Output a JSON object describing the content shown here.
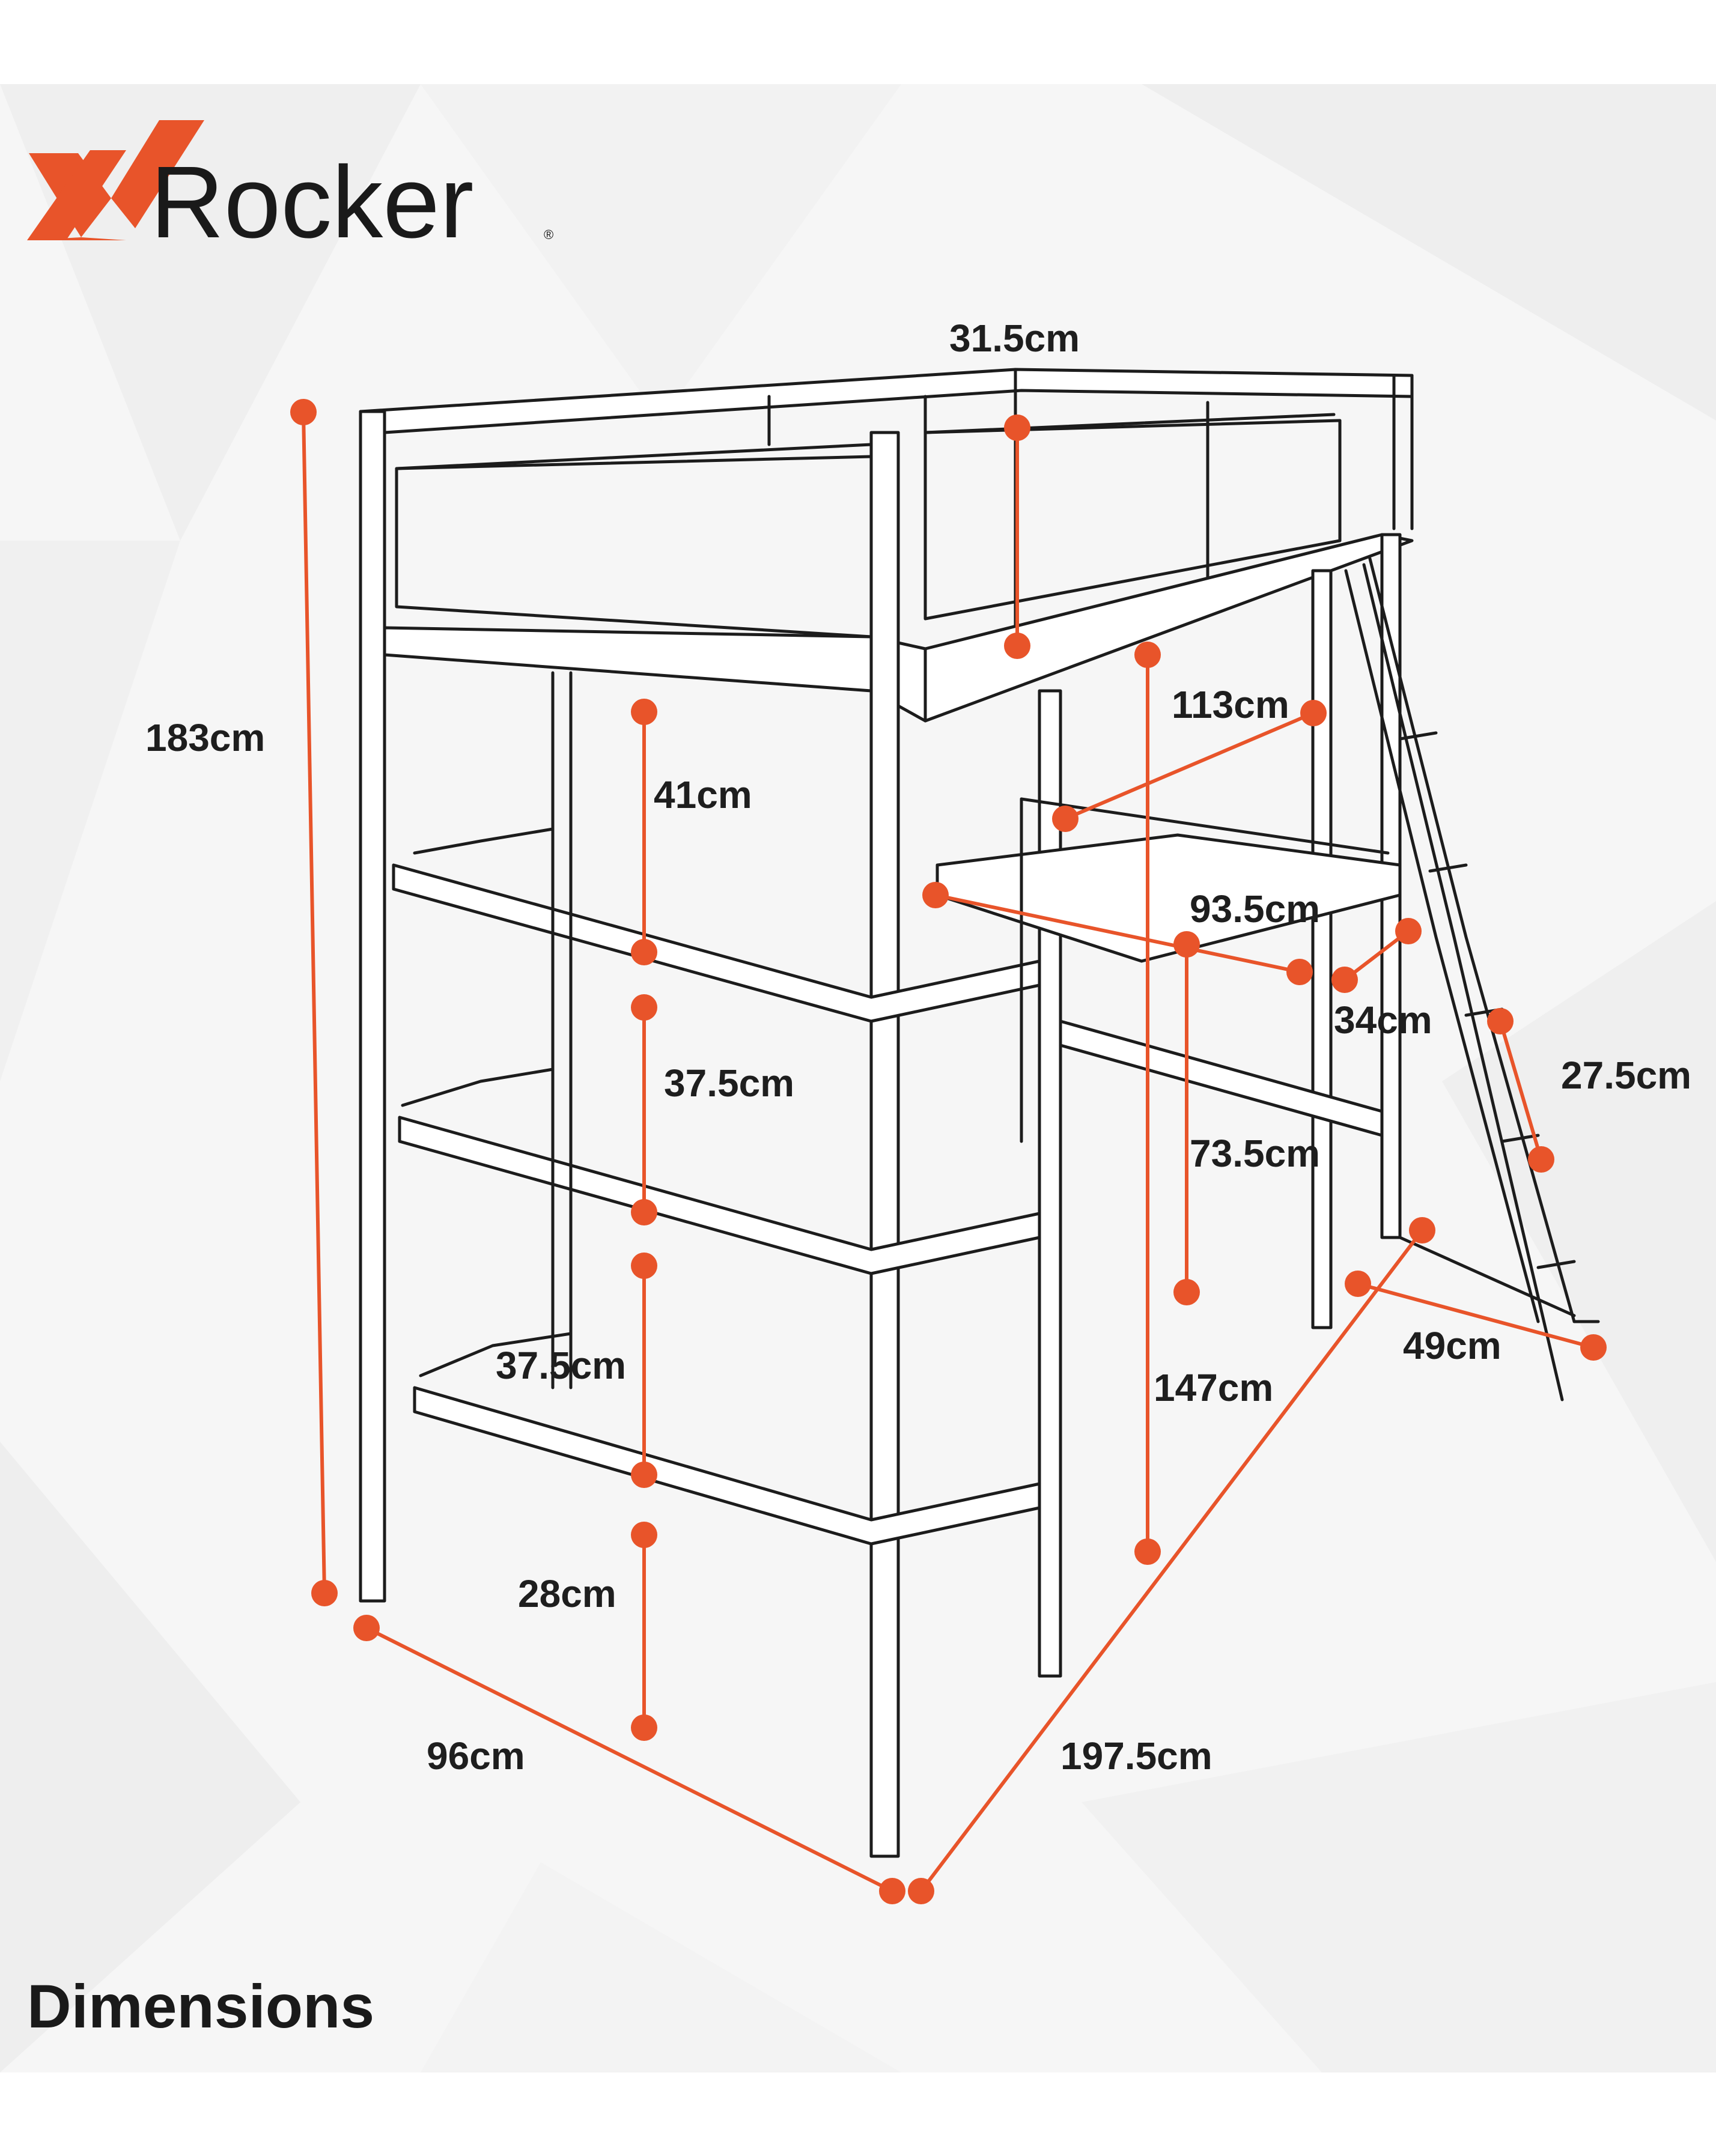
{
  "brand": {
    "name": "Rocker",
    "mark": "X",
    "registered": "®",
    "accent_color": "#e8542a",
    "text_color": "#1a1a1a"
  },
  "caption": "Dimensions",
  "dimensions": {
    "top_rail_height": "31.5cm",
    "overall_height": "183cm",
    "under_bed_gap": "41cm",
    "shelf_gap_upper": "37.5cm",
    "shelf_gap_lower": "37.5cm",
    "bottom_shelf_height": "28cm",
    "desk_width": "113cm",
    "desk_length": "93.5cm",
    "desk_depth": "34cm",
    "desk_height": "73.5cm",
    "ladder_step": "27.5cm",
    "ladder_width": "49cm",
    "under_bed_clearance": "147cm",
    "overall_width": "96cm",
    "overall_length": "197.5cm"
  }
}
